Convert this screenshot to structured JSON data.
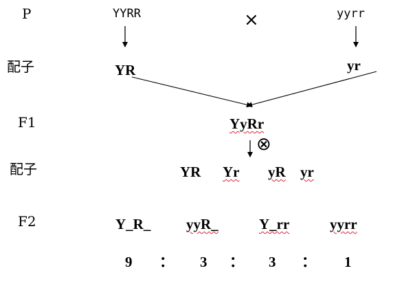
{
  "labels": {
    "p": "P",
    "gamete1": "配子",
    "f1": "F1",
    "gamete2": "配子",
    "f2": "F2"
  },
  "parents": {
    "left": "YYRR",
    "cross": "×",
    "right": "yyrr"
  },
  "gametes_p": {
    "left": "YR",
    "right": "yr"
  },
  "f1": {
    "genotype": "YyRr",
    "selfing": "⊗"
  },
  "gametes_f1": [
    "YR",
    "Yr",
    "yR",
    "yr"
  ],
  "f2": {
    "phenotypes": [
      "Y_R_",
      "yyR_",
      "Y_rr",
      "yyrr"
    ],
    "ratio": [
      "9",
      "3",
      "3",
      "1"
    ],
    "separator": "："
  },
  "colors": {
    "text": "#000000",
    "spellcheck_underline": "#dd2233"
  }
}
